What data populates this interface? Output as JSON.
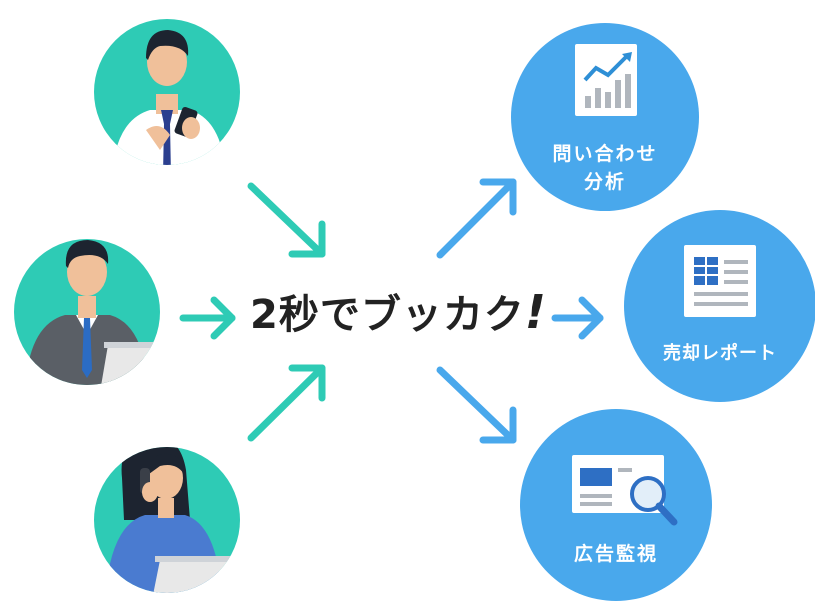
{
  "center_text": "2秒でブッカク",
  "center_excl": "!",
  "outputs": [
    {
      "line1": "問い合わせ",
      "line2": "分析"
    },
    {
      "line1": "売却レポート"
    },
    {
      "line1": "広告監視"
    }
  ],
  "colors": {
    "teal": "#2ecbb5",
    "blue": "#49a8ec",
    "arrow_teal": "#2ecbb5",
    "arrow_blue": "#49a8ec"
  },
  "icons": [
    "businessman-phone-icon",
    "businessman-laptop-icon",
    "woman-phone-icon",
    "chart-icon",
    "report-icon",
    "newspaper-search-icon"
  ]
}
